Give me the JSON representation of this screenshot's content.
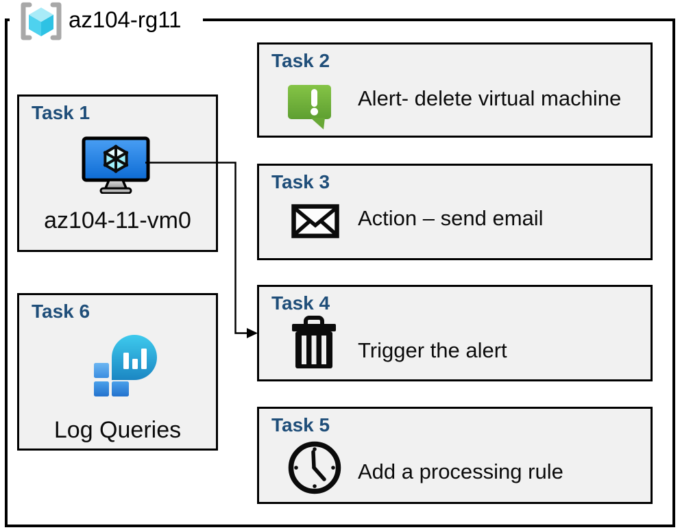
{
  "resource_group": {
    "name": "az104-rg11",
    "icon": "resource-group-icon"
  },
  "tasks": [
    {
      "title": "Task 1",
      "label": "az104-11-vm0",
      "icon": "virtual-machine-icon"
    },
    {
      "title": "Task 2",
      "label": "Alert- delete virtual machine",
      "icon": "alert-icon"
    },
    {
      "title": "Task 3",
      "label": "Action – send email",
      "icon": "email-icon"
    },
    {
      "title": "Task 4",
      "label": "Trigger the alert",
      "icon": "trash-icon"
    },
    {
      "title": "Task 5",
      "label": "Add a processing rule",
      "icon": "clock-icon"
    },
    {
      "title": "Task 6",
      "label": "Log Queries",
      "icon": "log-queries-icon"
    }
  ],
  "connector": {
    "from": "Task 1 virtual machine",
    "to": "Task 4 Trigger the alert"
  },
  "colors": {
    "task_title_navy": "#1F4E79",
    "box_fill": "#F1F1F1",
    "box_border": "#000000",
    "alert_green": "#6FB33C",
    "vm_screen_blue": "#2E8DEF",
    "log_bubble_teal": "#2BB9E2",
    "log_square_blue": "#3B8DE0",
    "rg_cube_cyan": "#4ED2EF",
    "bracket_gray": "#A8A8A8"
  }
}
